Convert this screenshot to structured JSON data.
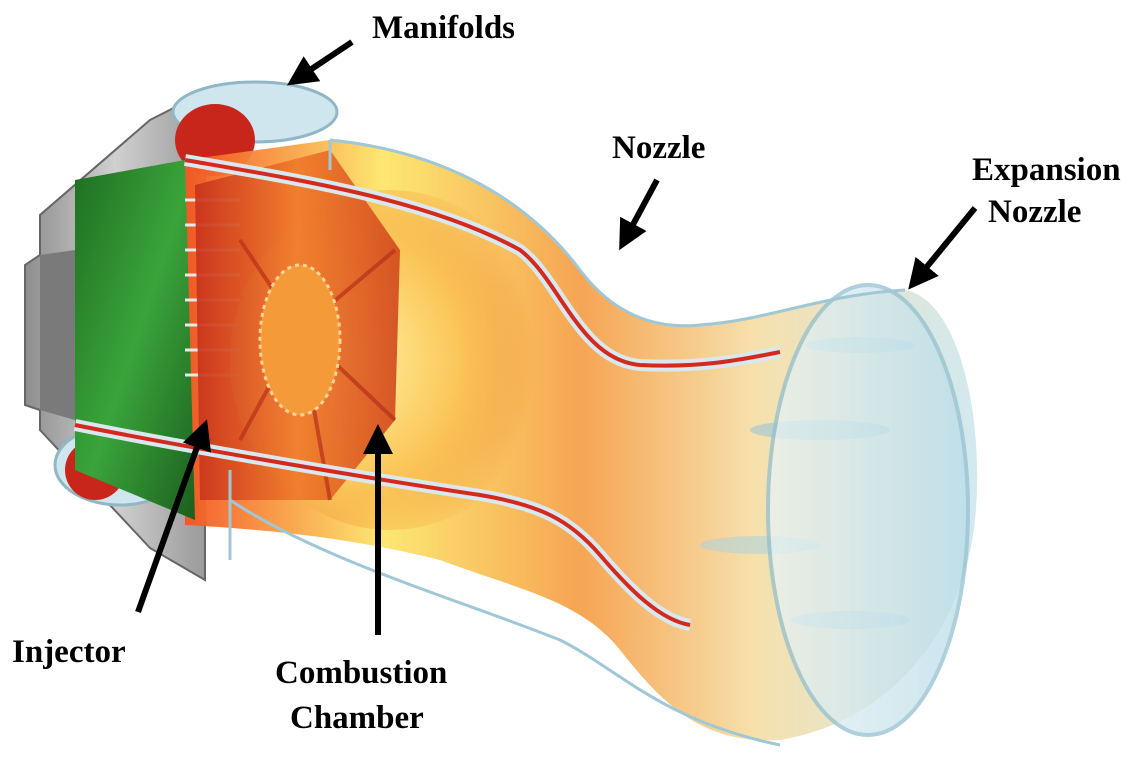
{
  "labels": {
    "manifolds": "Manifolds",
    "nozzle": "Nozzle",
    "expansion_nozzle_line1": "Expansion",
    "expansion_nozzle_line2": "Nozzle",
    "injector": "Injector",
    "combustion_chamber_line1": "Combustion",
    "combustion_chamber_line2": "Chamber"
  },
  "colors": {
    "casing_gray": "#a9a9a9",
    "injector_green": "#2e8b2e",
    "wall_red": "#d42a1e",
    "flame_orange": "#f08a2a",
    "flame_yellow": "#fde66a",
    "exhaust_blue": "#bfe0ea",
    "shell_edge": "#9fc7d6",
    "arrow": "#000000"
  }
}
